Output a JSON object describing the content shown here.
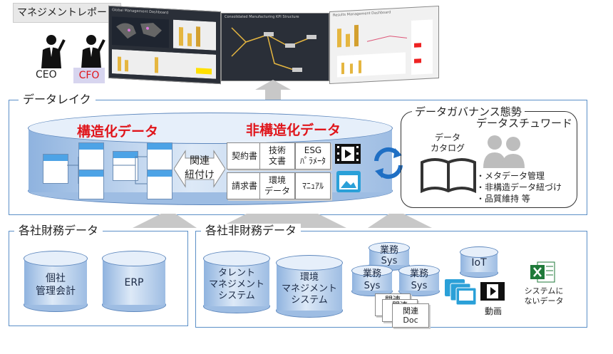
{
  "top": {
    "label": "マネジメントレポート",
    "ceo": "CEO",
    "cfo": "CFO",
    "dashboards": [
      "Global Management Dashboard",
      "Consolidated Manufacturing KPI Structure",
      "Results Management Dashboard"
    ]
  },
  "lake": {
    "label": "データレイク",
    "structured_title": "構造化データ",
    "unstructured_title": "非構造化データ",
    "link_label": "関連\n紐付け",
    "docs": [
      "契約書",
      "技術\n文書",
      "ESG\nﾊﾟﾗﾒｰﾀ",
      "請求書",
      "環境\nデータ",
      "ﾏﾆｭｱﾙ"
    ],
    "governance_title": "データガバナンス態勢",
    "steward": "データスチュワード",
    "catalog": "データ\nカタログ",
    "bullets": [
      "・メタデータ管理",
      "・非構造データ紐づけ",
      "・品質維持 等"
    ]
  },
  "finance": {
    "label": "各社財務データ",
    "items": [
      "個社\n管理会計",
      "ERP"
    ]
  },
  "nonfinance": {
    "label": "各社非財務データ",
    "talent": "タレント\nマネジメント\nシステム",
    "env": "環境\nマネジメント\nシステム",
    "biz": "業務\nSys",
    "doc_back": "関連",
    "doc_front": "関連\nDoc",
    "iot": "IoT",
    "video": "動画",
    "other": "システムに\nないデータ"
  },
  "colors": {
    "accent_red": "#e0151b",
    "frame_blue": "#5b8fc7",
    "cylinder_blue": "#9ebde3"
  }
}
